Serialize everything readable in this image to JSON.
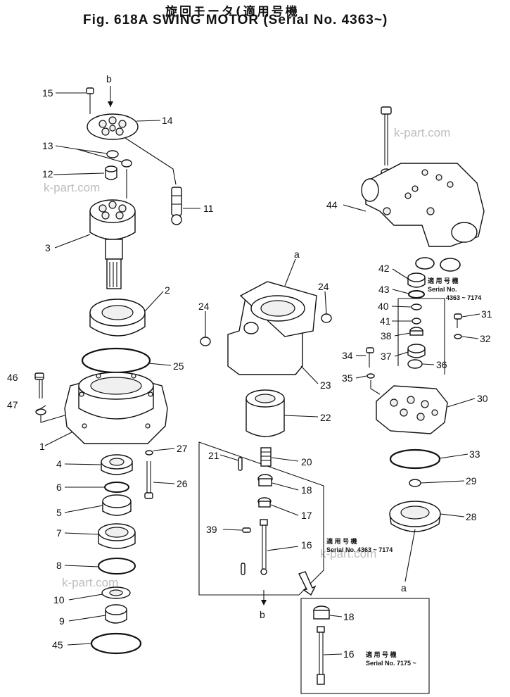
{
  "figure": {
    "title_jp": "旋回モータ(適用号機",
    "title": "Fig. 618A  SWING MOTOR (Serial No. 4363~)"
  },
  "watermark": "k-part.com",
  "sub_labels": {
    "a_top": "a",
    "a_bottom": "a",
    "b_top": "b",
    "b_bottom": "b"
  },
  "notes": {
    "note1_jp": "適 用 号 機",
    "note1_serial": "Serial No.",
    "note1_range": "4363 ~ 7174",
    "note2_jp": "適 用 号 機",
    "note2_serial": "Serial No. 4363 ~ 7174",
    "note3_jp": "適 用 号 機",
    "note3_serial": "Serial No. 7175 ~"
  },
  "callouts": {
    "c1": "1",
    "c2": "2",
    "c3": "3",
    "c4": "4",
    "c5": "5",
    "c6": "6",
    "c7": "7",
    "c8": "8",
    "c9": "9",
    "c10": "10",
    "c11": "11",
    "c12": "12",
    "c13": "13",
    "c14": "14",
    "c15": "15",
    "c16": "16",
    "c16b": "16",
    "c17": "17",
    "c18": "18",
    "c18b": "18",
    "c20": "20",
    "c21": "21",
    "c22": "22",
    "c23": "23",
    "c24a": "24",
    "c24b": "24",
    "c25": "25",
    "c26": "26",
    "c27": "27",
    "c28": "28",
    "c29": "29",
    "c30": "30",
    "c31": "31",
    "c32": "32",
    "c33": "33",
    "c34": "34",
    "c35": "35",
    "c36": "36",
    "c37": "37",
    "c38": "38",
    "c39": "39",
    "c40": "40",
    "c41": "41",
    "c42": "42",
    "c43": "43",
    "c44": "44",
    "c45": "45",
    "c46": "46",
    "c47": "47"
  }
}
